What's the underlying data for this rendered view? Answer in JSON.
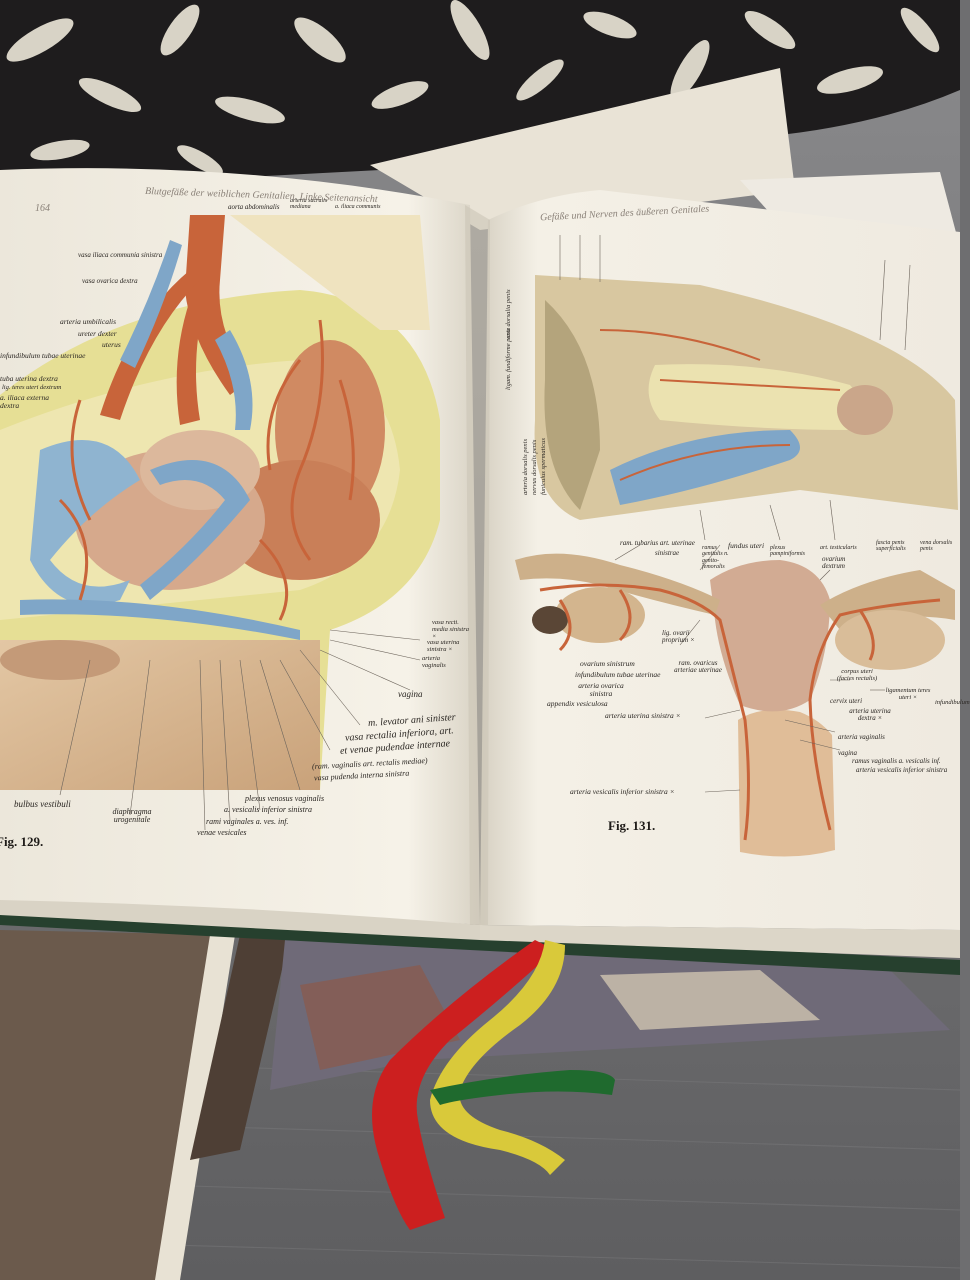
{
  "book": {
    "left_page": {
      "page_number": "164",
      "running_head": "Blutgefäße der weiblichen Genitalien. Linke Seitenansicht",
      "figure_label": "Fig. 129.",
      "labels": {
        "aorta_abdominalis": "aorta abdominalis",
        "arteria_sacralis_mediana": "arteria sacralis mediana",
        "a_iliaca_communis": "a. iliaca communis",
        "vasa_iliaca_communia_sinistra": "vasa iliaca communia sinistra",
        "vasa_ovarica_dextra": "vasa ovarica dextra",
        "arteria_umbilicalis": "arteria umbilicalis",
        "ureter_dexter": "ureter dexter",
        "uterus": "uterus",
        "infundibulum_tubae_uterinae": "infundibulum tubae uterinae",
        "tuba_uterina_dextra": "tuba uterina dextra",
        "lig_teres_uteri_dextrum": "lig. teres uteri dextrum",
        "a_iliaca_externa_dextra": "a. iliaca externa dextra",
        "vasa_recti_media_sinistra": "vasa recti. media sinistra ×",
        "vasa_uterina_sinistra": "vasa uterina sinistra ×",
        "arteria_vaginalis": "arteria vaginalis",
        "vagina": "vagina",
        "m_levator_ani_sinister": "m. levator ani sinister",
        "vasa_rectalia_inferiora": "vasa rectalia inferiora, art.",
        "et_venae_pudendae_internae": "et venae pudendae internae",
        "ram_vaginalis": "(ram. vaginalis art. rectalis mediae)",
        "vasa_pudenda_interna_sinistra": "vasa pudenda interna sinistra",
        "plexus_venosus_vaginalis": "plexus venosus vaginalis",
        "a_vesicalis_inferior_sinistra": "a. vesicalis inferior sinistra",
        "rami_vaginales": "rami vaginales a. ves. inf.",
        "venae_vesicales": "venae vesicales",
        "diaphragma_urogenitale": "diaphragma urogenitale",
        "bulbus_vestibuli": "bulbus vestibuli"
      }
    },
    "right_page": {
      "running_head": "Gefäße und Nerven des äußeren Genitales",
      "figure_label": "Fig. 131.",
      "labels": {
        "fundus_uteri": "fundus uteri",
        "ram_tubarius": "ram. tubarius art. uterinae",
        "sinistrae": "sinistrae",
        "ovarium_dextrum": "ovarium dextrum",
        "lig_ovarii_proprium": "lig. ovarii proprium ×",
        "ovarium_sinistrum": "ovarium sinistrum",
        "infundibulum_tubae_uterinae": "infundibulum tubae uterinae",
        "ram_ovaricus": "ram. ovaricus arteriae uterinae",
        "arteria_ovarica_sinistra": "arteria ovarica sinistra",
        "appendix_vesiculosa": "appendix vesiculosa",
        "arteria_uterina_sinistra": "arteria uterina sinistra ×",
        "corpus_uteri": "corpus uteri (facies rectalis)",
        "ligamentum_teres_uteri": "ligamentum teres uteri ×",
        "cervix_uteri": "cervix uteri",
        "arteria_uterina_dextra": "arteria uterina dextra ×",
        "arteria_vaginalis": "arteria vaginalis",
        "vagina": "vagina",
        "ramus_vaginalis": "ramus vaginalis a. vesicalis inf.",
        "arteria_vesicalis_inferior_sinistra_r": "arteria vesicalis inferior sinistra",
        "arteria_vesicalis_inferior_sinistra": "arteria vesicalis inferior sinistra ×",
        "infundibulum_short": "infundibulum",
        "arteria_dorsalis_penis": "arteria dorsalis penis",
        "nervus_dorsalis_penis": "nervus dorsalis penis",
        "funiculus_spermaticus": "funiculus spermaticus",
        "ramus_genitalis": "ramus genitalis n. genito-femoralis",
        "plexus_pampiniformis": "plexus pampiniformis",
        "art_testicularis": "art. testicularis",
        "fascia_penis": "fascia penis superficialis",
        "vena_dorsalis_penis": "vena dorsalis penis",
        "ligamentum_fundiforme_penis": "ligam. fundiforme penis",
        "vasa_dorsalia_penis": "vasa dorsalia penis"
      }
    }
  },
  "colors": {
    "page": "#f3eee3",
    "artery": "#c8643a",
    "vein": "#7fa6c8",
    "yellow_tissue": "#e8df8f",
    "ribbon_red": "#cc1f1f",
    "ribbon_yellow": "#d9c93a",
    "ribbon_green": "#1f6a2e"
  }
}
